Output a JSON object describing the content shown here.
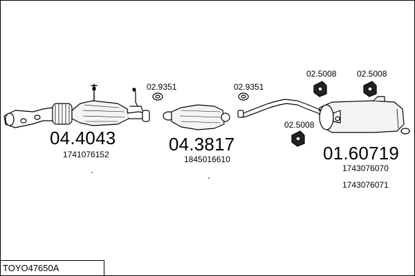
{
  "diagram": {
    "footer_code": "TOYO47650A",
    "parts": [
      {
        "number": "04.4043",
        "oem": [
          "1741076152"
        ]
      },
      {
        "number": "04.3817",
        "oem": [
          "1845016610"
        ]
      },
      {
        "number": "01.60719",
        "oem": [
          "1743076070",
          "1743076071"
        ]
      }
    ],
    "accessories": [
      {
        "ref": "02.9351",
        "icon": "gasket-ring-icon"
      },
      {
        "ref": "02.9351",
        "icon": "gasket-ring-icon"
      },
      {
        "ref": "02.5008",
        "icon": "rubber-hanger-icon"
      },
      {
        "ref": "02.5008",
        "icon": "rubber-hanger-icon"
      },
      {
        "ref": "02.5008",
        "icon": "rubber-hanger-icon"
      }
    ]
  }
}
